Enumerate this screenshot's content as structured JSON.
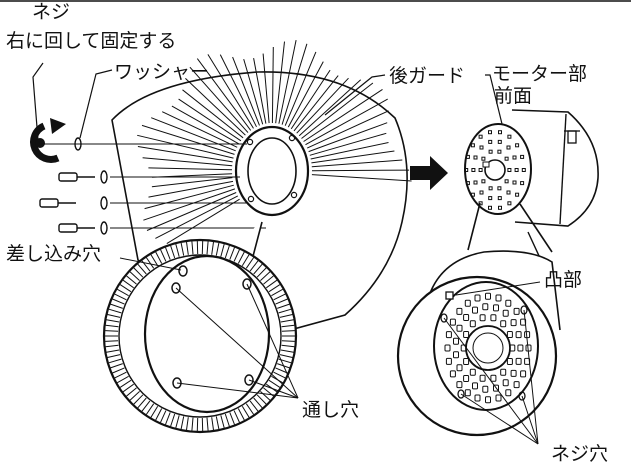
{
  "labels": {
    "screw_title": "ネジ",
    "screw_instruction": "右に回して固定する",
    "washer": "ワッシャー",
    "rear_guard": "後ガード",
    "motor_front_line1": "モーター部",
    "motor_front_line2": "前面",
    "insert_hole": "差し込み穴",
    "convex_part": "凸部",
    "through_hole": "通し穴",
    "screw_hole": "ネジ穴"
  },
  "icons": [
    "screwdriver-rotate-icon",
    "arrow-right-icon"
  ],
  "colors": {
    "line": "#111111",
    "background": "#ffffff"
  }
}
